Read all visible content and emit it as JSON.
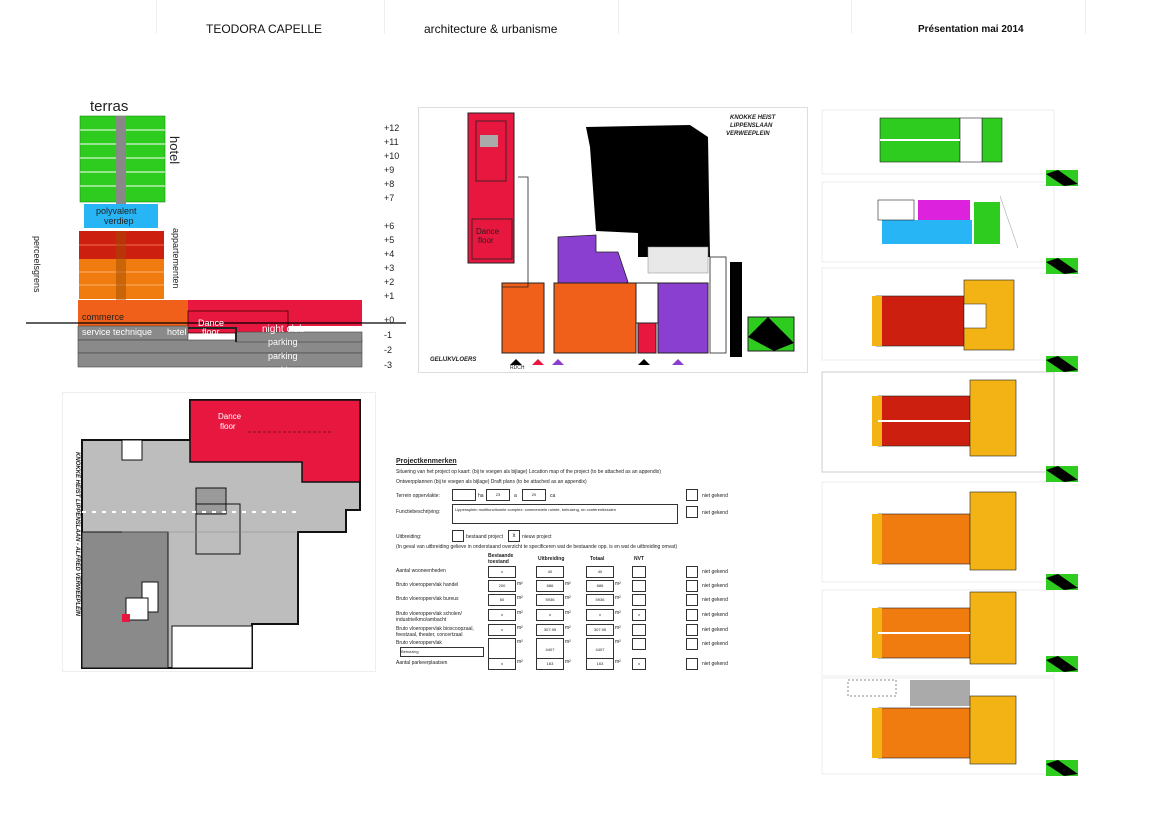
{
  "header": {
    "author": "TEODORA CAPELLE",
    "discipline": "architecture & urbanisme",
    "date": "Présentation mai 2014"
  },
  "section": {
    "terras": "terras",
    "hotel": "hotel",
    "polyvalent_1": "polyvalent",
    "polyvalent_2": "verdiep",
    "appartementen": "appartementen",
    "perceelsgrens": "perceelsgrens",
    "commerce": "commerce",
    "service": "service technique",
    "hotel_ground": "hotel",
    "dance_1": "Dance",
    "dance_2": "floor",
    "night_club": "night club",
    "parking_1": "parking",
    "parking_2": "parking",
    "parking_3": "parking",
    "levels": [
      "+12",
      "+11",
      "+10",
      "+9",
      "+8",
      "+7",
      "+6",
      "+5",
      "+4",
      "+3",
      "+2",
      "+1",
      "+0",
      "-1",
      "-2",
      "-3"
    ]
  },
  "groundplan": {
    "title_1": "KNOKKE HEIST",
    "title_2": "LIPPENSLAAN",
    "title_3": "VERWEEPLEIN",
    "dance_1": "Dance",
    "dance_2": "floor",
    "floor_label": "GELIJKVLOERS",
    "rdch": "RDCH"
  },
  "basement": {
    "street": "KNOKKE HEIST LIPPENSLAAN - ALFRED VERWEEPLEIN",
    "dance_1": "Dance",
    "dance_2": "floor"
  },
  "form": {
    "title": "Projectkenmerken",
    "situering": "Situering van het project op kaart: (bij te voegen als bijlage) Location map of the project (to be attached as an appendix)",
    "ontwerpplannen": "Ontwerpplannen (bij te voegen als bijlage) Draft plans (to be attached as an appendix)",
    "terrein_label": "Terrein oppervlakte:",
    "terrein_ha": "23",
    "terrein_a": "20",
    "unit_ha": "ha",
    "unit_a": "a",
    "unit_ca": "ca",
    "niet_gekend": "niet gekend",
    "functie_label": "Functiebeschrijving:",
    "functie_text": "Lippensplein multifunctionele complex: commerciele ruimte, behuizing, en conferentiezalen",
    "uitbreiding": "Uitbreiding:",
    "bestaand": "bestaand project",
    "nieuw": "nieuw project",
    "x_mark": "x",
    "note": "(In geval van uitbreiding gelieve in onderstaand overzicht te specificeren wat de bestaande opp. is en wat de uitbreiding omvat)",
    "col_headers": [
      "Bestaande toestand",
      "Uitbreiding",
      "Totaal",
      "NVT"
    ],
    "m2": "m²",
    "rows": [
      {
        "label": "Aantal wooneenheden",
        "v1": "x",
        "v2": "40",
        "v3": "40",
        "nvt": ""
      },
      {
        "label": "Bruto vloeroppervlak handel",
        "v1": "200",
        "v2": "686",
        "v3": "686",
        "nvt": ""
      },
      {
        "label": "Bruto vloeroppervlak bureus",
        "v1": "60",
        "v2": "5936",
        "v3": "5936",
        "nvt": ""
      },
      {
        "label": "Bruto vloeroppervlak scholen/ industrie/kmo/ambacht",
        "v1": "x",
        "v2": "x",
        "v3": "x",
        "nvt": "x"
      },
      {
        "label": "Bruto vloeroppervlak bioscoopzaal, feestzaal, theater, concertzaal",
        "v1": "x",
        "v2": "307.95",
        "v3": "307.95",
        "nvt": ""
      },
      {
        "label": "Bruto vloeroppervlak",
        "sub": "Behuizing",
        "v1": "",
        "v2": "4407",
        "v3": "4407",
        "nvt": ""
      },
      {
        "label": "Aantal parkeerplaatsen",
        "v1": "x",
        "v2": "163",
        "v3": "163",
        "nvt": "x"
      }
    ]
  },
  "colors": {
    "hotel": "#2ecc1f",
    "polyvalent": "#27b5f5",
    "apartments_red": "#cc1f10",
    "apartments_orange": "#f07c10",
    "apartments_yellow": "#f3b314",
    "club": "#e8173f",
    "parking": "#8a8a8a",
    "purple": "#8a3fd0",
    "black": "#000000",
    "magenta": "#dd22dd"
  }
}
